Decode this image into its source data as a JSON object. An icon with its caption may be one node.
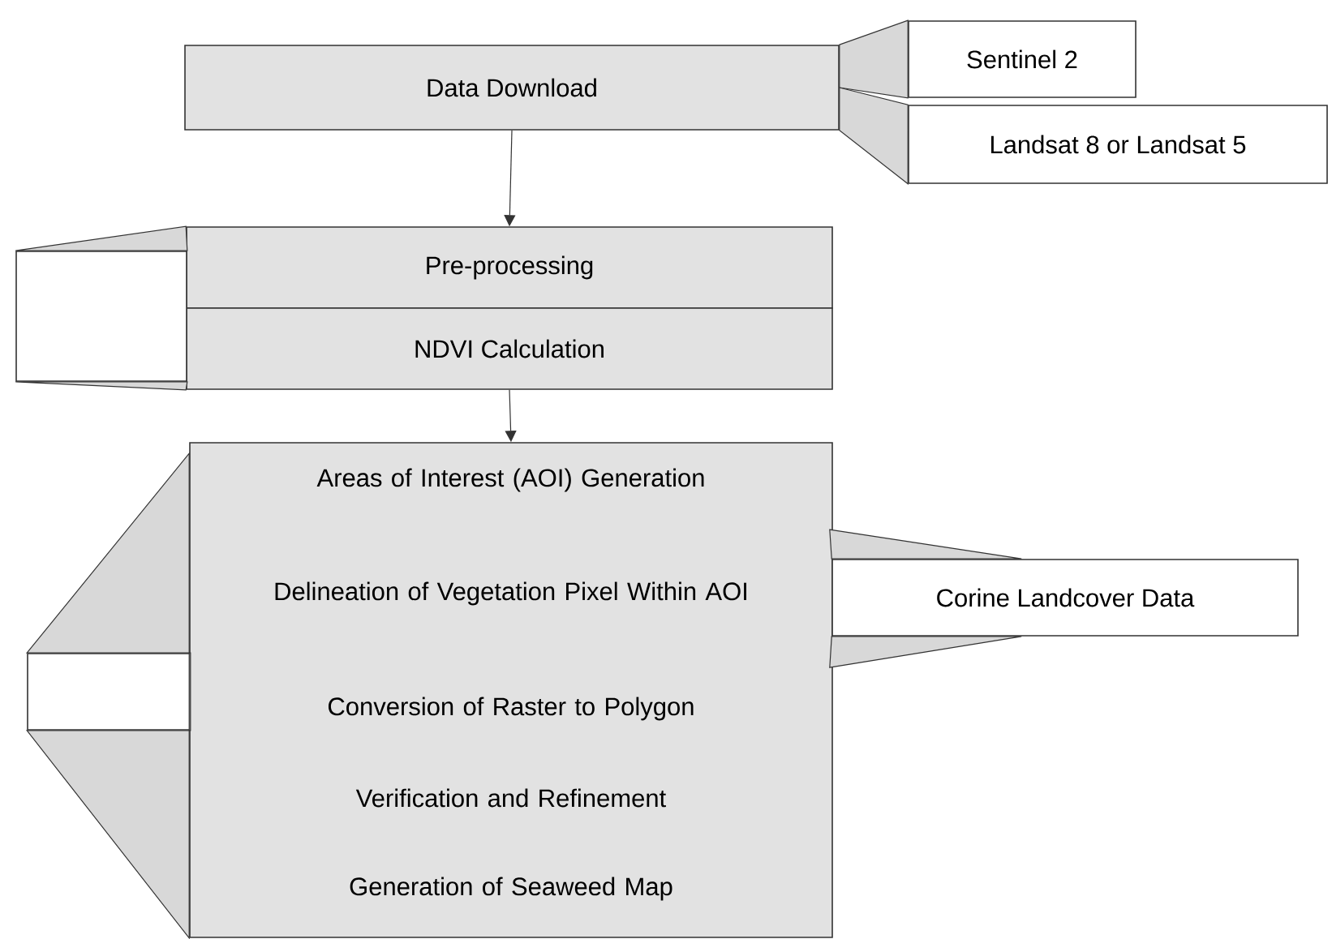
{
  "diagram": {
    "nodes": [
      {
        "text": [
          "Data Download"
        ]
      },
      {
        "text": [
          "Sentinel 2"
        ]
      },
      {
        "text": [
          "Landsat 8 or Landsat 5"
        ]
      },
      {
        "text": [
          "Pre-processing"
        ]
      },
      {
        "text": [
          "NDVI Calculation"
        ]
      },
      {
        "text": [],
        "shape": "box"
      },
      {
        "text": [
          "Areas of Interest (AOI) Generation",
          "Delineation of Vegetation Pixel Within AOI",
          "Conversion of Raster to Polygon",
          "Verification and Refinement",
          "Generation of Seaweed Map"
        ]
      },
      {
        "text": [
          "Corine Landcover Data"
        ]
      },
      {
        "text": [],
        "shape": "box"
      }
    ],
    "edges": [
      {
        "from": 0,
        "to": 3,
        "arrow": "to"
      },
      {
        "from": 4,
        "to": 6,
        "arrow": "to"
      },
      {
        "from": 0,
        "to": 1,
        "arrow": "none"
      },
      {
        "from": 0,
        "to": 2,
        "arrow": "none"
      },
      {
        "from": 5,
        "to": 3,
        "arrow": "none"
      },
      {
        "from": 5,
        "to": 4,
        "arrow": "none"
      },
      {
        "from": 6,
        "to": 7,
        "arrow": "none"
      },
      {
        "from": 8,
        "to": 6,
        "arrow": "none"
      }
    ]
  }
}
